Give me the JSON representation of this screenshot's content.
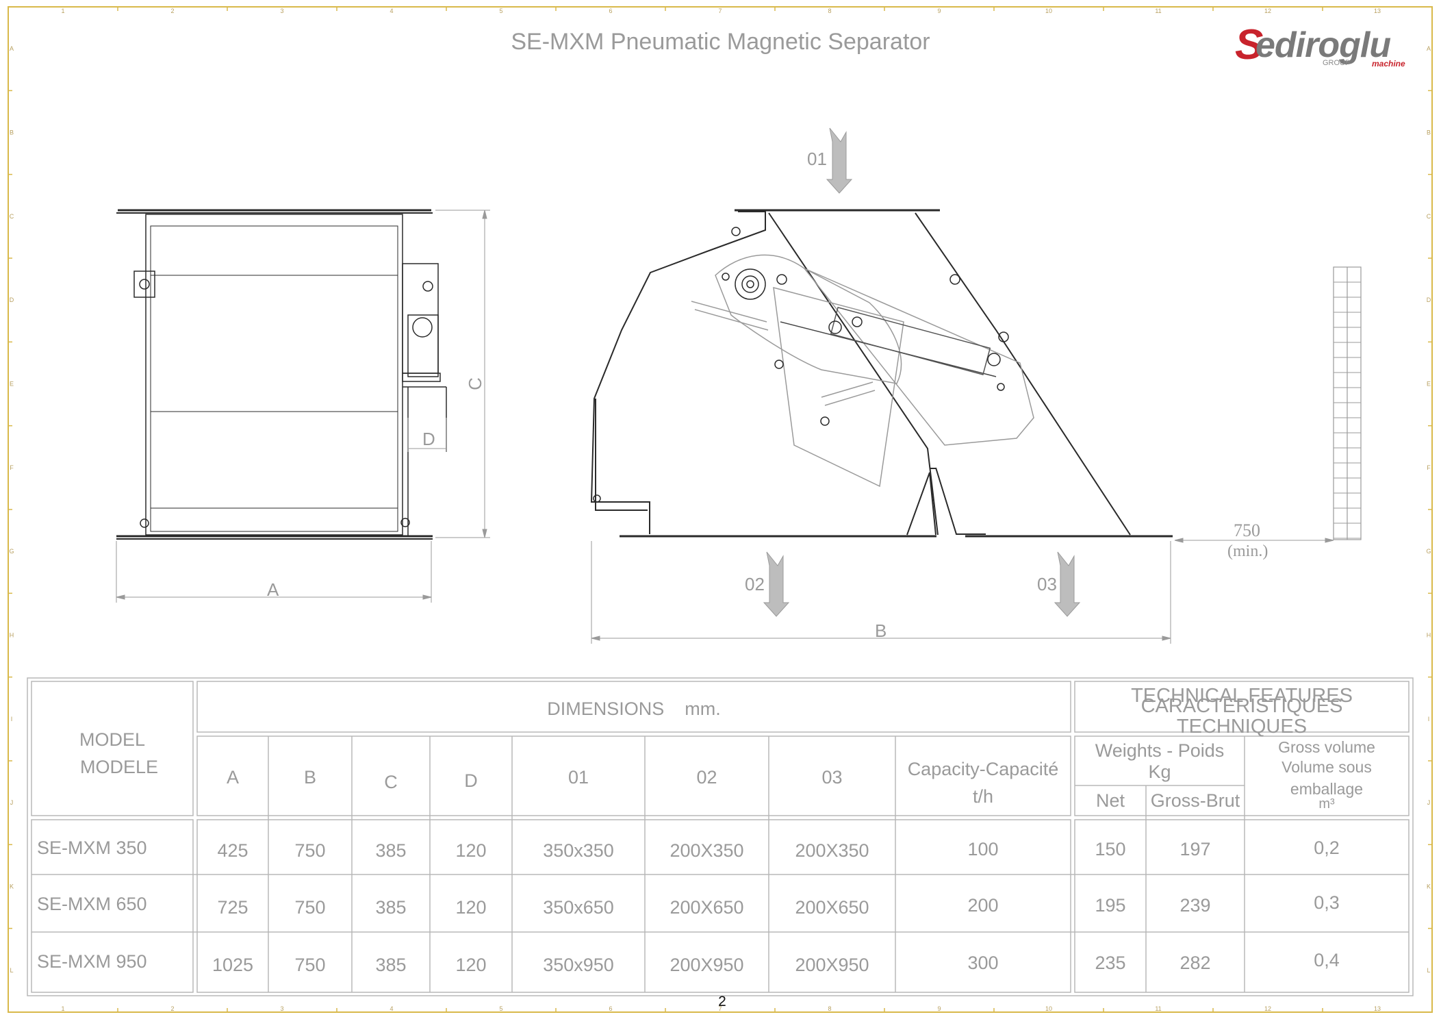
{
  "title": "SE-MXM Pneumatic Magnetic Separator",
  "brand": {
    "s": "S",
    "word": "ediroglu",
    "reg": "®",
    "group": "GROUP",
    "machine": "machine",
    "accent": "#c8232c"
  },
  "drawing": {
    "dim_a": "A",
    "dim_b": "B",
    "dim_c": "C",
    "dim_d": "D",
    "port_in": "01",
    "port_out1": "02",
    "port_out2": "03",
    "clearance": "750",
    "clearance_unit": "(min.)"
  },
  "table": {
    "model_header": [
      "MODEL",
      "MODELE"
    ],
    "dimensions_header": "DIMENSIONS    mm.",
    "tech_header": [
      "TECHNICAL FEATURES",
      "CARACTERISTIQUES TECHNIQUES"
    ],
    "columns": [
      "A",
      "B",
      "C",
      "D",
      "01",
      "02",
      "03"
    ],
    "capacity_header": [
      "Capacity-Capacité",
      "t/h"
    ],
    "weights_header": [
      "Weights - Poids",
      "Kg"
    ],
    "net": "Net",
    "gross": "Gross-Brut",
    "volume_header": [
      "Gross volume",
      "Volume sous",
      "emballage",
      "m³"
    ],
    "rows": [
      {
        "model": "SE-MXM 350",
        "a": "425",
        "b": "750",
        "c": "385",
        "d": "120",
        "p01": "350x350",
        "p02": "200X350",
        "p03": "200X350",
        "capacity": "100",
        "net": "150",
        "gross": "197",
        "volume": "0,2"
      },
      {
        "model": "SE-MXM 650",
        "a": "725",
        "b": "750",
        "c": "385",
        "d": "120",
        "p01": "350x650",
        "p02": "200X650",
        "p03": "200X650",
        "capacity": "200",
        "net": "195",
        "gross": "239",
        "volume": "0,3"
      },
      {
        "model": "SE-MXM 950",
        "a": "1025",
        "b": "750",
        "c": "385",
        "d": "120",
        "p01": "350x950",
        "p02": "200X950",
        "p03": "200X950",
        "capacity": "300",
        "net": "235",
        "gross": "282",
        "volume": "0,4"
      }
    ]
  },
  "border": {
    "columns": [
      "1",
      "2",
      "3",
      "4",
      "5",
      "6",
      "7",
      "8",
      "9",
      "10",
      "11",
      "12",
      "13"
    ],
    "rows": [
      "A",
      "B",
      "C",
      "D",
      "E",
      "F",
      "G",
      "H",
      "I",
      "J",
      "K",
      "L"
    ]
  },
  "page_number": "2",
  "colors": {
    "frame": "#d9b94a",
    "line": "#2a2a2a",
    "grey": "#9a9a9a"
  }
}
